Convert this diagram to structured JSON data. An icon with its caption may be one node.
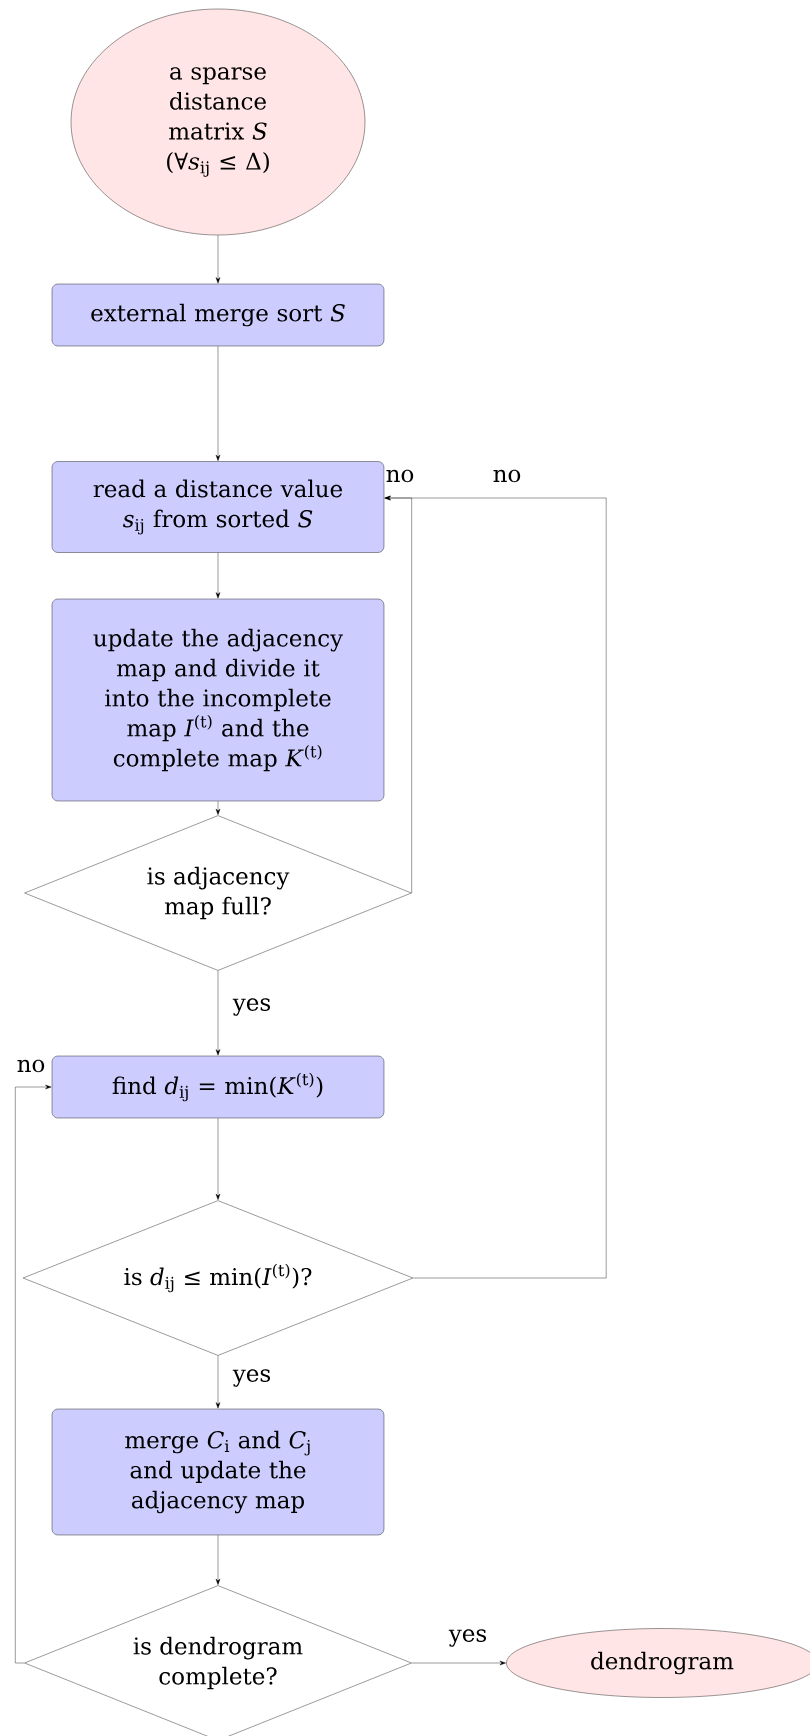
{
  "diagram": {
    "nodes": [
      {
        "text": [
          "a sparse distance matrix *S* (∀*s*$_{ij}$ ≤ Δ)"
        ]
      },
      {
        "text": [
          "external merge sort *S*"
        ]
      },
      {
        "text": [
          "read a distance value *s*$_{ij}$ from sorted *S*"
        ]
      },
      {
        "text": [
          "update the adjacency map and divide it into the incomplete map *I*$^{(t)}$ and the complete map *K*$^{(t)}$"
        ]
      },
      {
        "text": [
          "is adjacency map full?"
        ]
      },
      {
        "text": [
          "find *d*$_{ij}$ = min(*K*$^{(t)}$)"
        ]
      },
      {
        "text": [
          "is *d*$_{ij}$ ≤ min(*I*$^{(t)}$)?"
        ]
      },
      {
        "text": [
          "merge *C*$_{i}$ and *C*$_{j}$ and update the adjacency map"
        ]
      },
      {
        "text": [
          "is dendrogram complete?"
        ]
      },
      {
        "text": [
          "dendrogram"
        ]
      }
    ],
    "edges": [
      {
        "from": 0,
        "to": 1,
        "arrow": "to"
      },
      {
        "from": 1,
        "to": 2,
        "arrow": "to"
      },
      {
        "from": 2,
        "to": 3,
        "arrow": "to"
      },
      {
        "from": 3,
        "to": 4,
        "arrow": "to"
      },
      {
        "from": 4,
        "to": 5,
        "arrow": "to",
        "label": "yes"
      },
      {
        "from": 4,
        "to": 2,
        "arrow": "to",
        "label": "no"
      },
      {
        "from": 5,
        "to": 6,
        "arrow": "to"
      },
      {
        "from": 6,
        "to": 2,
        "arrow": "to",
        "label": "no"
      },
      {
        "from": 6,
        "to": 7,
        "arrow": "to",
        "label": "yes"
      },
      {
        "from": 7,
        "to": 8,
        "arrow": "to"
      },
      {
        "from": 8,
        "to": 5,
        "arrow": "to",
        "label": "no"
      },
      {
        "from": 8,
        "to": 9,
        "arrow": "to",
        "label": "yes"
      }
    ]
  }
}
